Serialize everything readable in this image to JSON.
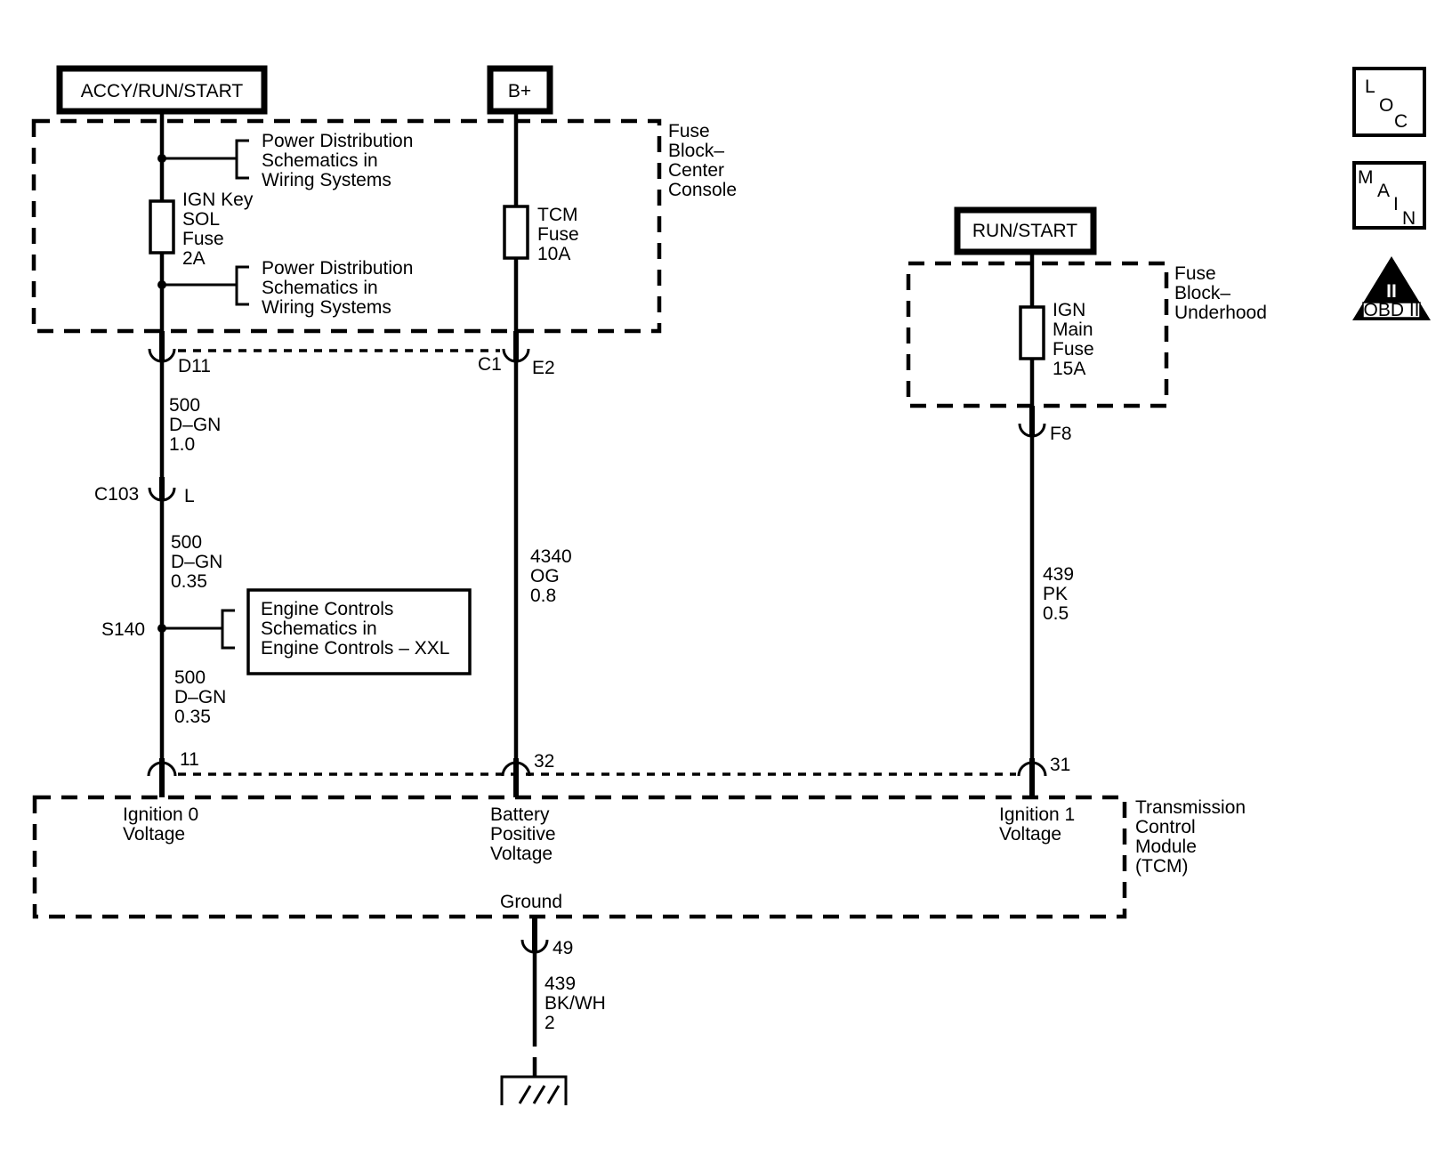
{
  "power_sources": {
    "accy_run_start": "ACCY/RUN/START",
    "b_plus": "B+",
    "run_start": "RUN/START"
  },
  "fuse_block_center": {
    "label": [
      "Fuse",
      "Block–",
      "Center",
      "Console"
    ],
    "power_dist_ref_top": [
      "Power Distribution",
      "Schematics in",
      "Wiring Systems"
    ],
    "power_dist_ref_bottom": [
      "Power Distribution",
      "Schematics in",
      "Wiring Systems"
    ],
    "ign_key_fuse": [
      "IGN Key",
      "SOL",
      "Fuse",
      "2A"
    ],
    "tcm_fuse": [
      "TCM",
      "Fuse",
      "10A"
    ]
  },
  "fuse_block_underhood": {
    "label": [
      "Fuse",
      "Block–",
      "Underhood"
    ],
    "ign_main_fuse": [
      "IGN",
      "Main",
      "Fuse",
      "15A"
    ]
  },
  "connectors": {
    "d11": "D11",
    "c1": "C1",
    "e2": "E2",
    "f8": "F8",
    "c103": "C103",
    "l": "L",
    "s140": "S140",
    "pin11": "11",
    "pin32": "32",
    "pin31": "31",
    "pin49": "49"
  },
  "wires": {
    "w500_a": [
      "500",
      "D–GN",
      "1.0"
    ],
    "w500_b": [
      "500",
      "D–GN",
      "0.35"
    ],
    "w500_c": [
      "500",
      "D–GN",
      "0.35"
    ],
    "w4340": [
      "4340",
      "OG",
      "0.8"
    ],
    "w439": [
      "439",
      "PK",
      "0.5"
    ],
    "w439_gnd": [
      "439",
      "BK/WH",
      "2"
    ]
  },
  "engine_controls_ref": [
    "Engine Controls",
    "Schematics in",
    "Engine Controls – XXL"
  ],
  "tcm": {
    "label": [
      "Transmission",
      "Control",
      "Module",
      "(TCM)"
    ],
    "ign0": [
      "Ignition 0",
      "Voltage"
    ],
    "battery": [
      "Battery",
      "Positive",
      "Voltage"
    ],
    "ign1": [
      "Ignition 1",
      "Voltage"
    ],
    "ground": "Ground"
  },
  "badges": {
    "loc": [
      "L",
      "O",
      "C"
    ],
    "main": [
      "M",
      "A",
      "I",
      "N"
    ],
    "obd_numeral": "II",
    "obd_label": "OBD II"
  }
}
